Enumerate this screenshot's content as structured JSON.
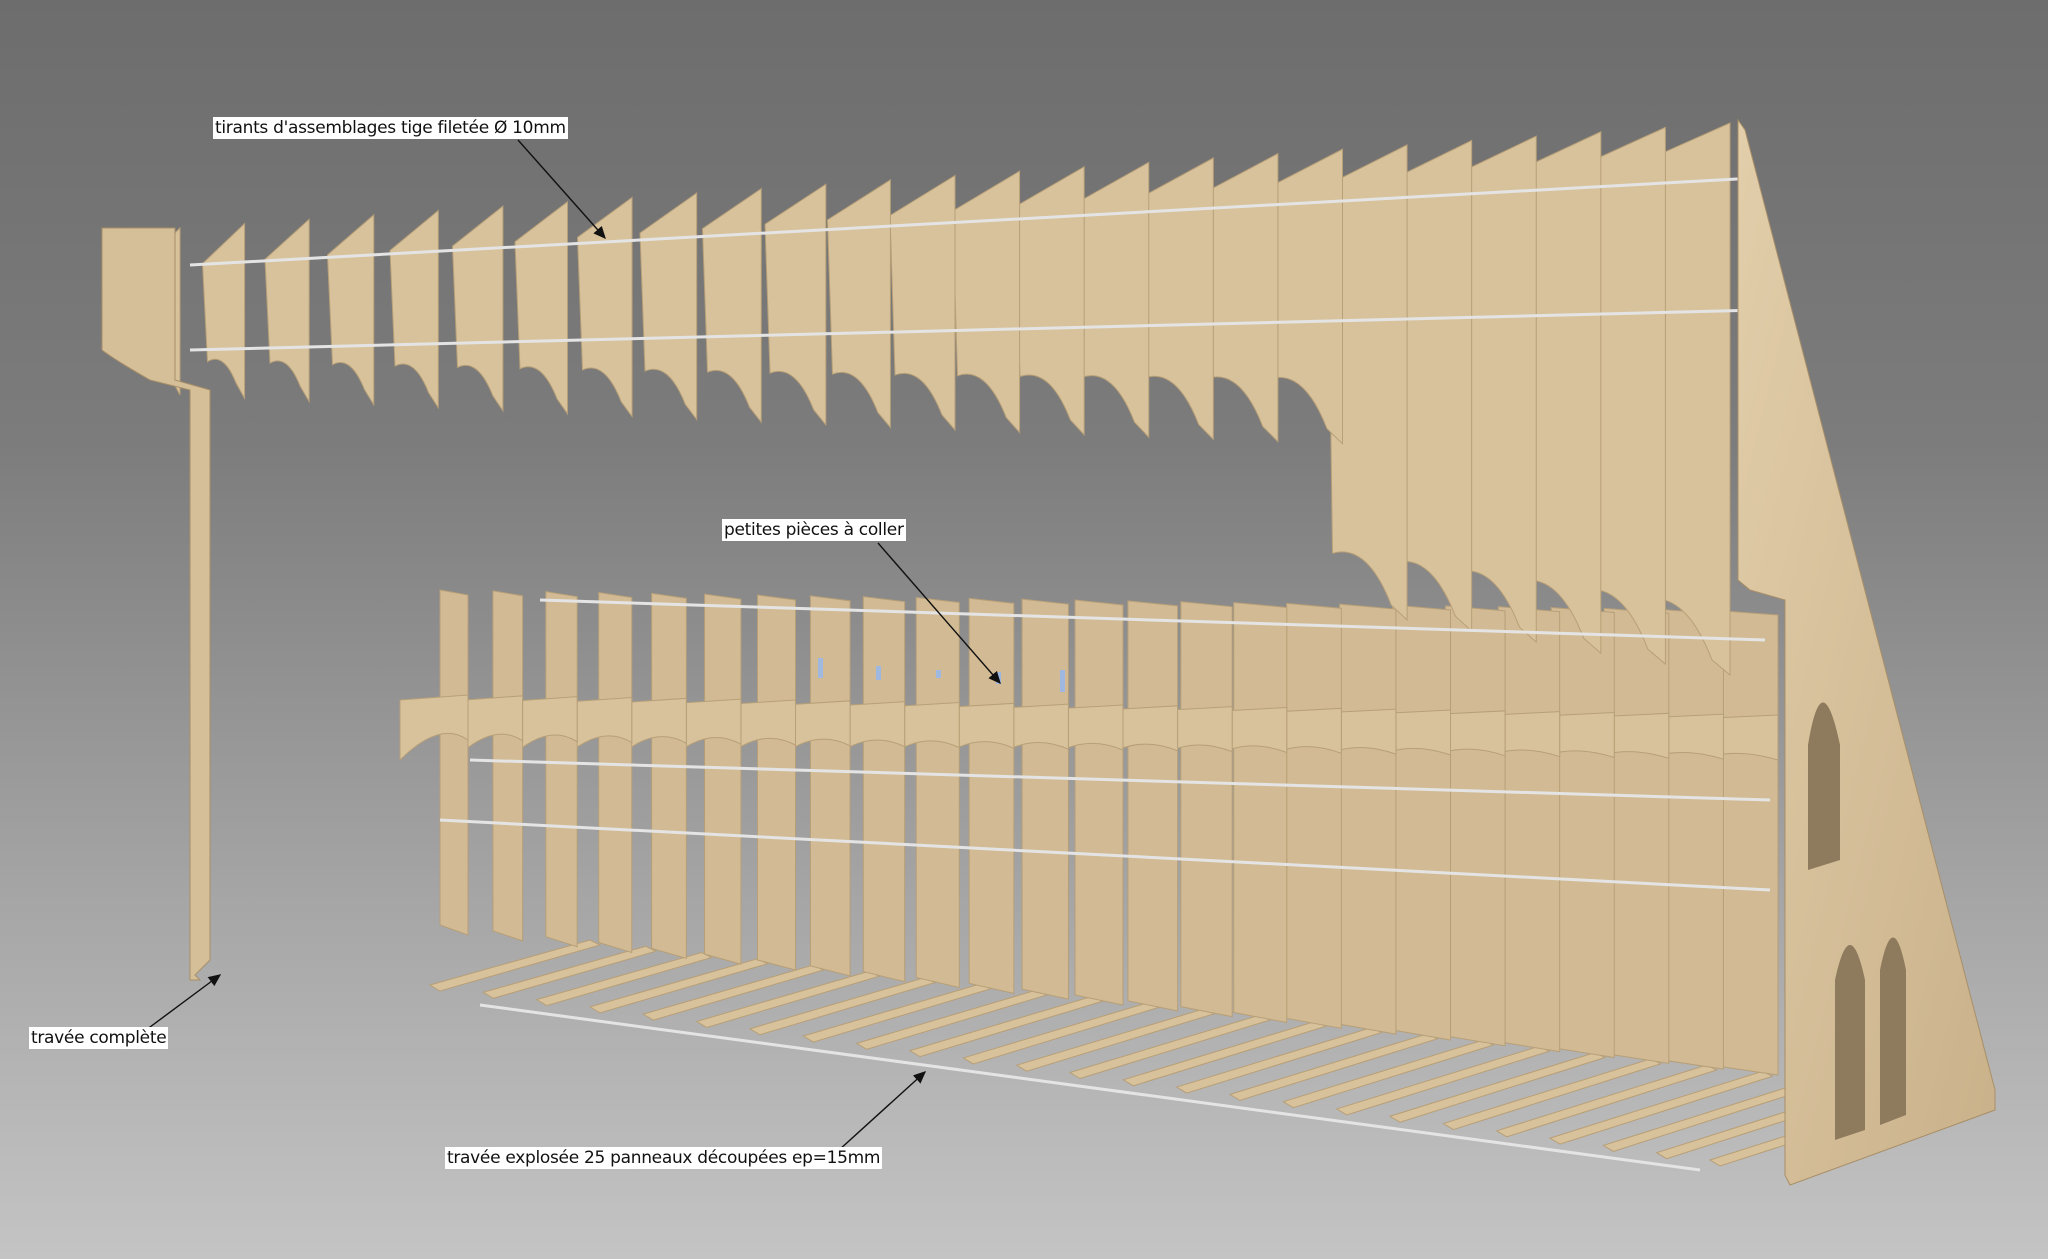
{
  "annotations": {
    "tie_rods": "tirants d'assemblages tige filetée Ø 10mm",
    "small_parts": "petites pièces à coller",
    "complete_bay": "travée complète",
    "exploded_bay": "travée explosée 25 panneaux découpées ep=15mm"
  },
  "model": {
    "panel_count": 25
  },
  "colors": {
    "wood": "#d8c29c",
    "wood_dark": "#b79f77",
    "rod": "#e4e4e4",
    "background": "#8a8a8a"
  }
}
